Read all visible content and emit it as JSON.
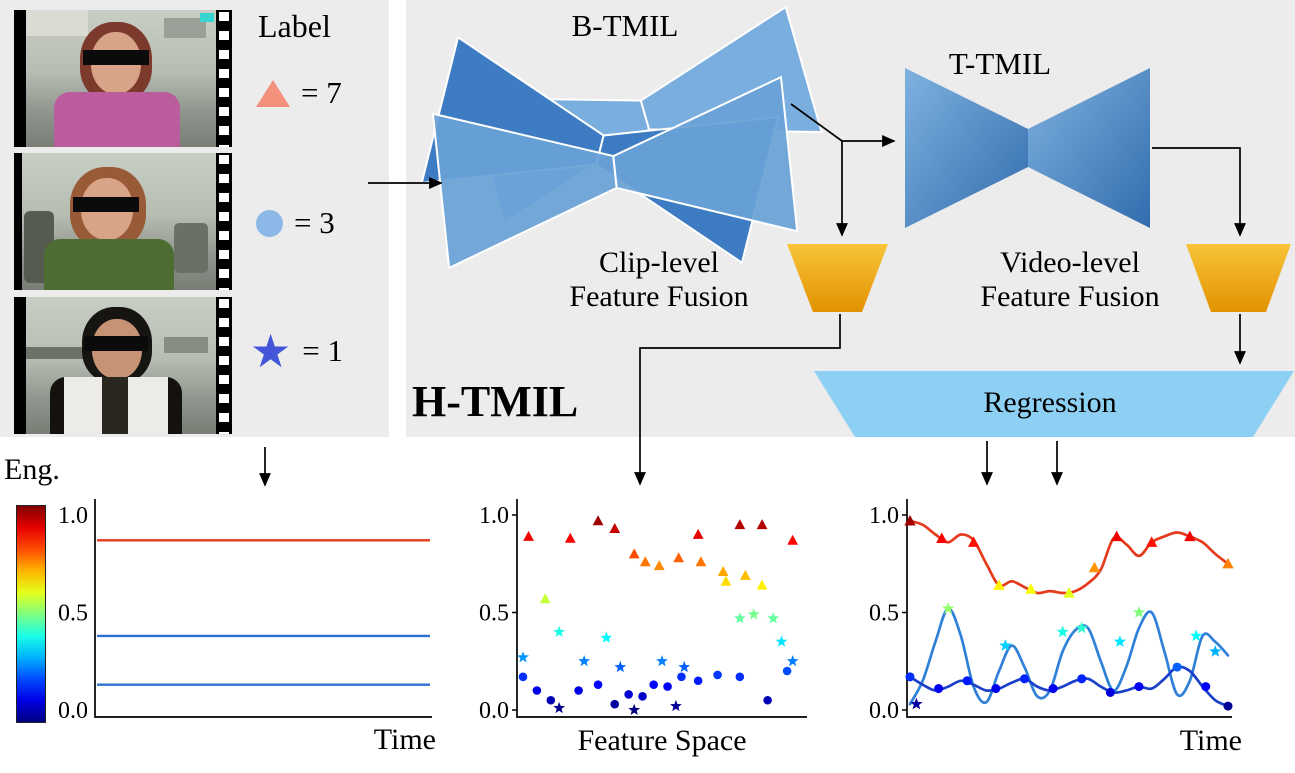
{
  "left_panel": {
    "label_title": "Label",
    "legend": [
      {
        "symbol": "triangle",
        "color": "#f4917c",
        "text": "= 7"
      },
      {
        "symbol": "circle",
        "color": "#8cb8e8",
        "text": "= 3"
      },
      {
        "symbol": "star",
        "color": "#4355d8",
        "text": "= 1"
      }
    ],
    "videos": [
      {
        "desc": "student in pink shirt at desk, eyes censored, filmstrip edge"
      },
      {
        "desc": "student in green shirt leaning on hand, eyes censored, filmstrip edge"
      },
      {
        "desc": "student in white jacket at desk, eyes censored, filmstrip edge"
      }
    ]
  },
  "architecture": {
    "title": "H-TMIL",
    "b_tmil": "B-TMIL",
    "t_tmil": "T-TMIL",
    "clip_fusion_line1": "Clip-level",
    "clip_fusion_line2": "Feature Fusion",
    "video_fusion_line1": "Video-level",
    "video_fusion_line2": "Feature Fusion",
    "regression": "Regression",
    "colors": {
      "panel_gray": "#ececec",
      "b_tmil_back": "#7aaede",
      "b_tmil_mid": "#3d7cc2",
      "b_tmil_front": "#69a1d6",
      "t_tmil_light": "#7fb2e0",
      "t_tmil_dark": "#326cae",
      "fusion_gold_light": "#f8c43a",
      "fusion_gold_dark": "#e29200",
      "regression_fill": "#8ed0f4",
      "arrow": "#000000"
    }
  },
  "chart_data": [
    {
      "id": "engagement-gt-lines",
      "type": "line",
      "ylabel": "Eng.",
      "xlabel": "Time",
      "ylim": [
        0,
        1
      ],
      "yticks": [
        1.0,
        0.5,
        0.0
      ],
      "grid": false,
      "colorbar": {
        "colormap": "jet",
        "orientation": "vertical",
        "range": [
          0,
          1
        ]
      },
      "series": [
        {
          "name": "video-label-7",
          "color": "#e63a1c",
          "value": 0.87
        },
        {
          "name": "video-label-3",
          "color": "#2d6fd2",
          "value": 0.38
        },
        {
          "name": "video-label-1",
          "color": "#2d6fd2",
          "value": 0.13
        }
      ]
    },
    {
      "id": "clip-feature-space",
      "type": "scatter",
      "xlabel": "Feature Space",
      "ylim": [
        0,
        1
      ],
      "yticks": [
        1.0,
        0.5,
        0.0
      ],
      "marker_color_rule": "jet(y)",
      "points": [
        {
          "x": 0.02,
          "y": 0.89,
          "m": "triangle"
        },
        {
          "x": 0.17,
          "y": 0.88,
          "m": "triangle"
        },
        {
          "x": 0.27,
          "y": 0.97,
          "m": "triangle"
        },
        {
          "x": 0.33,
          "y": 0.93,
          "m": "triangle"
        },
        {
          "x": 0.63,
          "y": 0.9,
          "m": "triangle"
        },
        {
          "x": 0.78,
          "y": 0.95,
          "m": "triangle"
        },
        {
          "x": 0.86,
          "y": 0.95,
          "m": "triangle"
        },
        {
          "x": 0.97,
          "y": 0.87,
          "m": "triangle"
        },
        {
          "x": 0.4,
          "y": 0.8,
          "m": "triangle"
        },
        {
          "x": 0.44,
          "y": 0.76,
          "m": "triangle"
        },
        {
          "x": 0.49,
          "y": 0.74,
          "m": "triangle"
        },
        {
          "x": 0.56,
          "y": 0.78,
          "m": "triangle"
        },
        {
          "x": 0.64,
          "y": 0.76,
          "m": "triangle"
        },
        {
          "x": 0.72,
          "y": 0.71,
          "m": "triangle"
        },
        {
          "x": 0.8,
          "y": 0.69,
          "m": "triangle"
        },
        {
          "x": 0.08,
          "y": 0.57,
          "m": "triangle"
        },
        {
          "x": 0.73,
          "y": 0.66,
          "m": "triangle"
        },
        {
          "x": 0.86,
          "y": 0.64,
          "m": "triangle"
        },
        {
          "x": 0.0,
          "y": 0.27,
          "m": "star"
        },
        {
          "x": 0.13,
          "y": 0.4,
          "m": "star"
        },
        {
          "x": 0.3,
          "y": 0.37,
          "m": "star"
        },
        {
          "x": 0.22,
          "y": 0.25,
          "m": "star"
        },
        {
          "x": 0.35,
          "y": 0.22,
          "m": "star"
        },
        {
          "x": 0.5,
          "y": 0.25,
          "m": "star"
        },
        {
          "x": 0.58,
          "y": 0.22,
          "m": "star"
        },
        {
          "x": 0.97,
          "y": 0.25,
          "m": "star"
        },
        {
          "x": 0.78,
          "y": 0.47,
          "m": "star"
        },
        {
          "x": 0.83,
          "y": 0.49,
          "m": "star"
        },
        {
          "x": 0.9,
          "y": 0.47,
          "m": "star"
        },
        {
          "x": 0.93,
          "y": 0.35,
          "m": "star"
        },
        {
          "x": 0.13,
          "y": 0.01,
          "m": "star"
        },
        {
          "x": 0.4,
          "y": 0.0,
          "m": "star"
        },
        {
          "x": 0.55,
          "y": 0.02,
          "m": "star"
        },
        {
          "x": 0.0,
          "y": 0.17,
          "m": "circle"
        },
        {
          "x": 0.05,
          "y": 0.1,
          "m": "circle"
        },
        {
          "x": 0.1,
          "y": 0.05,
          "m": "circle"
        },
        {
          "x": 0.2,
          "y": 0.1,
          "m": "circle"
        },
        {
          "x": 0.27,
          "y": 0.13,
          "m": "circle"
        },
        {
          "x": 0.33,
          "y": 0.03,
          "m": "circle"
        },
        {
          "x": 0.38,
          "y": 0.08,
          "m": "circle"
        },
        {
          "x": 0.43,
          "y": 0.07,
          "m": "circle"
        },
        {
          "x": 0.47,
          "y": 0.13,
          "m": "circle"
        },
        {
          "x": 0.52,
          "y": 0.12,
          "m": "circle"
        },
        {
          "x": 0.57,
          "y": 0.17,
          "m": "circle"
        },
        {
          "x": 0.63,
          "y": 0.15,
          "m": "circle"
        },
        {
          "x": 0.7,
          "y": 0.18,
          "m": "circle"
        },
        {
          "x": 0.78,
          "y": 0.17,
          "m": "circle"
        },
        {
          "x": 0.88,
          "y": 0.05,
          "m": "circle"
        },
        {
          "x": 0.95,
          "y": 0.2,
          "m": "circle"
        }
      ]
    },
    {
      "id": "predicted-engagement-curves",
      "type": "line",
      "xlabel": "Time",
      "ylim": [
        0,
        1
      ],
      "yticks": [
        1.0,
        0.5,
        0.0
      ],
      "marker_color_rule": "jet(y)",
      "x": [
        0,
        0.04,
        0.08,
        0.12,
        0.16,
        0.2,
        0.24,
        0.28,
        0.32,
        0.36,
        0.4,
        0.44,
        0.48,
        0.52,
        0.56,
        0.6,
        0.64,
        0.68,
        0.72,
        0.76,
        0.8,
        0.84,
        0.88,
        0.92,
        0.96,
        1
      ],
      "series": [
        {
          "name": "video-label-7",
          "color": "#e63a1c",
          "marker": "triangle",
          "y": [
            0.97,
            0.95,
            0.9,
            0.86,
            0.9,
            0.87,
            0.75,
            0.64,
            0.66,
            0.63,
            0.6,
            0.61,
            0.6,
            0.61,
            0.65,
            0.72,
            0.88,
            0.85,
            0.79,
            0.86,
            0.89,
            0.91,
            0.89,
            0.86,
            0.8,
            0.75
          ],
          "markers": [
            [
              0,
              0.97
            ],
            [
              0.1,
              0.88
            ],
            [
              0.2,
              0.86
            ],
            [
              0.28,
              0.64
            ],
            [
              0.38,
              0.62
            ],
            [
              0.5,
              0.6
            ],
            [
              0.58,
              0.73
            ],
            [
              0.65,
              0.89
            ],
            [
              0.76,
              0.86
            ],
            [
              0.88,
              0.89
            ],
            [
              1,
              0.75
            ]
          ]
        },
        {
          "name": "video-label-3",
          "color": "#2f80d8",
          "marker": "star",
          "y": [
            0.03,
            0.15,
            0.35,
            0.52,
            0.38,
            0.12,
            0.04,
            0.2,
            0.33,
            0.22,
            0.07,
            0.1,
            0.3,
            0.41,
            0.42,
            0.25,
            0.1,
            0.22,
            0.42,
            0.5,
            0.3,
            0.08,
            0.15,
            0.38,
            0.35,
            0.28
          ],
          "markers": [
            [
              0.02,
              0.03
            ],
            [
              0.12,
              0.52
            ],
            [
              0.3,
              0.33
            ],
            [
              0.48,
              0.4
            ],
            [
              0.54,
              0.42
            ],
            [
              0.66,
              0.35
            ],
            [
              0.72,
              0.5
            ],
            [
              0.9,
              0.38
            ],
            [
              0.96,
              0.3
            ]
          ]
        },
        {
          "name": "video-label-1",
          "color": "#1b40c8",
          "marker": "circle",
          "y": [
            0.17,
            0.13,
            0.1,
            0.12,
            0.15,
            0.13,
            0.1,
            0.11,
            0.14,
            0.16,
            0.12,
            0.1,
            0.12,
            0.15,
            0.16,
            0.12,
            0.09,
            0.1,
            0.12,
            0.11,
            0.16,
            0.22,
            0.2,
            0.12,
            0.05,
            0.02
          ],
          "markers": [
            [
              0,
              0.17
            ],
            [
              0.09,
              0.11
            ],
            [
              0.18,
              0.15
            ],
            [
              0.27,
              0.11
            ],
            [
              0.36,
              0.16
            ],
            [
              0.45,
              0.11
            ],
            [
              0.54,
              0.16
            ],
            [
              0.63,
              0.09
            ],
            [
              0.72,
              0.12
            ],
            [
              0.84,
              0.22
            ],
            [
              0.93,
              0.12
            ],
            [
              1,
              0.02
            ]
          ]
        }
      ]
    }
  ]
}
